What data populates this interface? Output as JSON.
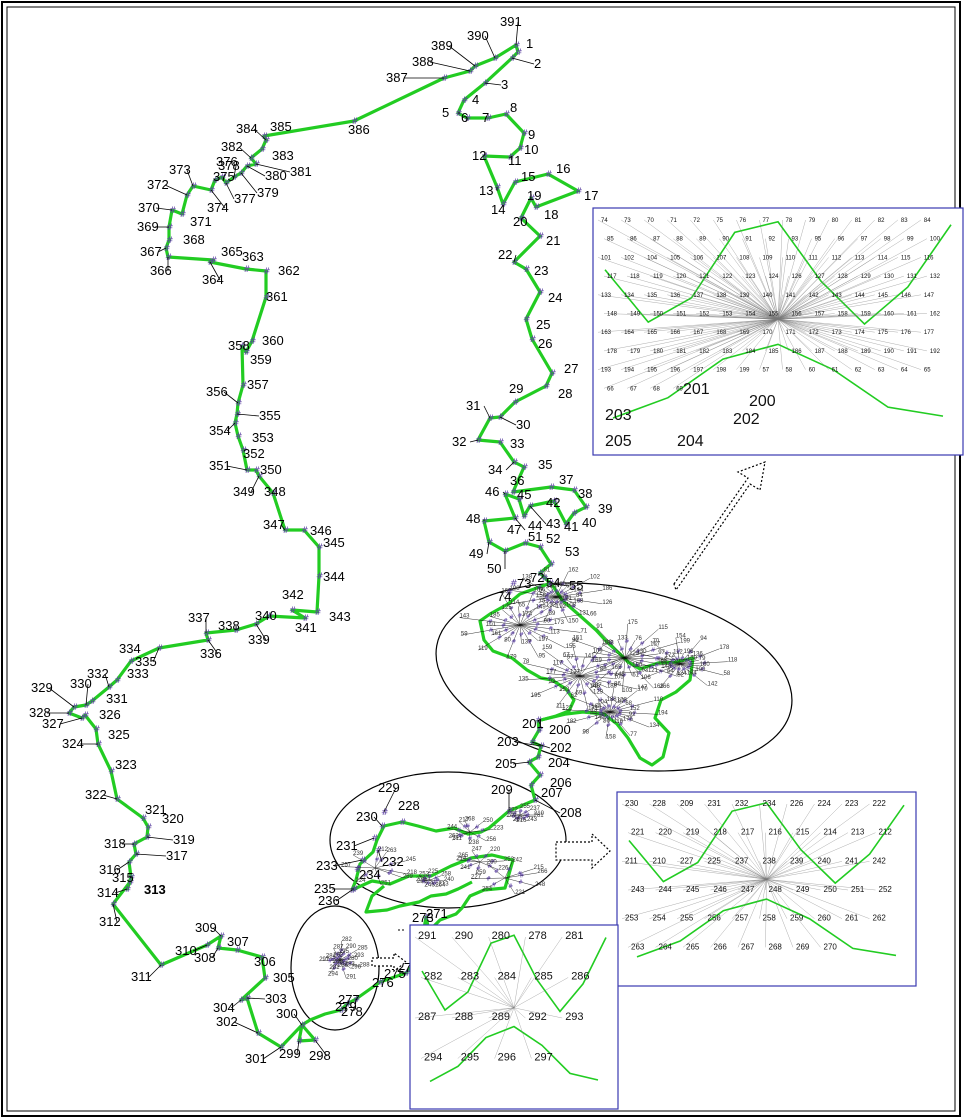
{
  "route_points": [
    {
      "id": "1",
      "label": "1"
    },
    {
      "id": "2",
      "label": "2"
    },
    {
      "id": "3",
      "label": "3"
    },
    {
      "id": "4",
      "label": "4"
    },
    {
      "id": "5",
      "label": "5"
    },
    {
      "id": "6",
      "label": "6"
    },
    {
      "id": "7",
      "label": "7"
    },
    {
      "id": "8",
      "label": "8"
    },
    {
      "id": "9",
      "label": "9"
    },
    {
      "id": "10",
      "label": "10"
    },
    {
      "id": "11",
      "label": "11"
    },
    {
      "id": "12",
      "label": "12"
    },
    {
      "id": "13",
      "label": "13"
    },
    {
      "id": "14",
      "label": "14"
    },
    {
      "id": "15",
      "label": "15"
    },
    {
      "id": "16",
      "label": "16"
    },
    {
      "id": "17",
      "label": "17"
    },
    {
      "id": "18",
      "label": "18"
    },
    {
      "id": "19",
      "label": "19"
    },
    {
      "id": "20",
      "label": "20"
    },
    {
      "id": "21",
      "label": "21"
    },
    {
      "id": "22",
      "label": "22"
    },
    {
      "id": "23",
      "label": "23"
    },
    {
      "id": "24",
      "label": "24"
    },
    {
      "id": "25",
      "label": "25"
    },
    {
      "id": "26",
      "label": "26"
    },
    {
      "id": "27",
      "label": "27"
    },
    {
      "id": "28",
      "label": "28"
    },
    {
      "id": "29",
      "label": "29"
    },
    {
      "id": "30",
      "label": "30"
    },
    {
      "id": "31",
      "label": "31"
    },
    {
      "id": "32",
      "label": "32"
    },
    {
      "id": "33",
      "label": "33"
    },
    {
      "id": "34",
      "label": "34"
    },
    {
      "id": "35",
      "label": "35"
    },
    {
      "id": "36",
      "label": "36"
    },
    {
      "id": "37",
      "label": "37"
    },
    {
      "id": "38",
      "label": "38"
    },
    {
      "id": "39",
      "label": "39"
    },
    {
      "id": "40",
      "label": "40"
    },
    {
      "id": "41",
      "label": "41"
    },
    {
      "id": "42",
      "label": "42"
    },
    {
      "id": "43",
      "label": "43"
    },
    {
      "id": "44",
      "label": "44"
    },
    {
      "id": "45",
      "label": "45"
    },
    {
      "id": "46",
      "label": "46"
    },
    {
      "id": "47",
      "label": "47"
    },
    {
      "id": "48",
      "label": "48"
    },
    {
      "id": "49",
      "label": "49"
    },
    {
      "id": "50",
      "label": "50"
    },
    {
      "id": "51",
      "label": "51"
    },
    {
      "id": "52",
      "label": "52"
    },
    {
      "id": "53",
      "label": "53"
    },
    {
      "id": "54",
      "label": "54"
    },
    {
      "id": "55",
      "label": "55"
    },
    {
      "id": "72",
      "label": "72"
    },
    {
      "id": "73",
      "label": "73"
    },
    {
      "id": "74",
      "label": "74"
    },
    {
      "id": "200",
      "label": "200"
    },
    {
      "id": "201",
      "label": "201"
    },
    {
      "id": "202",
      "label": "202"
    },
    {
      "id": "203",
      "label": "203"
    },
    {
      "id": "204",
      "label": "204"
    },
    {
      "id": "205",
      "label": "205"
    },
    {
      "id": "206",
      "label": "206"
    },
    {
      "id": "207",
      "label": "207"
    },
    {
      "id": "208",
      "label": "208"
    },
    {
      "id": "209",
      "label": "209"
    },
    {
      "id": "228",
      "label": "228"
    },
    {
      "id": "229",
      "label": "229"
    },
    {
      "id": "230",
      "label": "230"
    },
    {
      "id": "231",
      "label": "231"
    },
    {
      "id": "232",
      "label": "232"
    },
    {
      "id": "233",
      "label": "233"
    },
    {
      "id": "234",
      "label": "234"
    },
    {
      "id": "235",
      "label": "235"
    },
    {
      "id": "236",
      "label": "236"
    },
    {
      "id": "271",
      "label": "271"
    },
    {
      "id": "272",
      "label": "272"
    },
    {
      "id": "273",
      "label": "273"
    },
    {
      "id": "274",
      "label": "274"
    },
    {
      "id": "275",
      "label": "275"
    },
    {
      "id": "276",
      "label": "276"
    },
    {
      "id": "277",
      "label": "277"
    },
    {
      "id": "278",
      "label": "278"
    },
    {
      "id": "279",
      "label": "279"
    },
    {
      "id": "298",
      "label": "298"
    },
    {
      "id": "299",
      "label": "299"
    },
    {
      "id": "300",
      "label": "300"
    },
    {
      "id": "301",
      "label": "301"
    },
    {
      "id": "302",
      "label": "302"
    },
    {
      "id": "303",
      "label": "303"
    },
    {
      "id": "304",
      "label": "304"
    },
    {
      "id": "305",
      "label": "305"
    },
    {
      "id": "306",
      "label": "306"
    },
    {
      "id": "307",
      "label": "307"
    },
    {
      "id": "308",
      "label": "308"
    },
    {
      "id": "309",
      "label": "309"
    },
    {
      "id": "310",
      "label": "310"
    },
    {
      "id": "311",
      "label": "311"
    },
    {
      "id": "312",
      "label": "312"
    },
    {
      "id": "313",
      "label": "313"
    },
    {
      "id": "314",
      "label": "314"
    },
    {
      "id": "315",
      "label": "315"
    },
    {
      "id": "316",
      "label": "316"
    },
    {
      "id": "317",
      "label": "317"
    },
    {
      "id": "318",
      "label": "318"
    },
    {
      "id": "319",
      "label": "319"
    },
    {
      "id": "320",
      "label": "320"
    },
    {
      "id": "321",
      "label": "321"
    },
    {
      "id": "322",
      "label": "322"
    },
    {
      "id": "323",
      "label": "323"
    },
    {
      "id": "324",
      "label": "324"
    },
    {
      "id": "325",
      "label": "325"
    },
    {
      "id": "326",
      "label": "326"
    },
    {
      "id": "327",
      "label": "327"
    },
    {
      "id": "328",
      "label": "328"
    },
    {
      "id": "329",
      "label": "329"
    },
    {
      "id": "330",
      "label": "330"
    },
    {
      "id": "331",
      "label": "331"
    },
    {
      "id": "332",
      "label": "332"
    },
    {
      "id": "333",
      "label": "333"
    },
    {
      "id": "334",
      "label": "334"
    },
    {
      "id": "335",
      "label": "335"
    },
    {
      "id": "336",
      "label": "336"
    },
    {
      "id": "337",
      "label": "337"
    },
    {
      "id": "338",
      "label": "338"
    },
    {
      "id": "339",
      "label": "339"
    },
    {
      "id": "340",
      "label": "340"
    },
    {
      "id": "341",
      "label": "341"
    },
    {
      "id": "342",
      "label": "342"
    },
    {
      "id": "343",
      "label": "343"
    },
    {
      "id": "344",
      "label": "344"
    },
    {
      "id": "345",
      "label": "345"
    },
    {
      "id": "346",
      "label": "346"
    },
    {
      "id": "347",
      "label": "347"
    },
    {
      "id": "348",
      "label": "348"
    },
    {
      "id": "349",
      "label": "349"
    },
    {
      "id": "350",
      "label": "350"
    },
    {
      "id": "351",
      "label": "351"
    },
    {
      "id": "352",
      "label": "352"
    },
    {
      "id": "353",
      "label": "353"
    },
    {
      "id": "354",
      "label": "354"
    },
    {
      "id": "355",
      "label": "355"
    },
    {
      "id": "356",
      "label": "356"
    },
    {
      "id": "357",
      "label": "357"
    },
    {
      "id": "358",
      "label": "358"
    },
    {
      "id": "359",
      "label": "359"
    },
    {
      "id": "360",
      "label": "360"
    },
    {
      "id": "361",
      "label": "361"
    },
    {
      "id": "362",
      "label": "362"
    },
    {
      "id": "363",
      "label": "363"
    },
    {
      "id": "364",
      "label": "364"
    },
    {
      "id": "365",
      "label": "365"
    },
    {
      "id": "366",
      "label": "366"
    },
    {
      "id": "367",
      "label": "367"
    },
    {
      "id": "368",
      "label": "368"
    },
    {
      "id": "369",
      "label": "369"
    },
    {
      "id": "370",
      "label": "370"
    },
    {
      "id": "371",
      "label": "371"
    },
    {
      "id": "372",
      "label": "372"
    },
    {
      "id": "373",
      "label": "373"
    },
    {
      "id": "374",
      "label": "374"
    },
    {
      "id": "375",
      "label": "375"
    },
    {
      "id": "376",
      "label": "376"
    },
    {
      "id": "377",
      "label": "377"
    },
    {
      "id": "378",
      "label": "378"
    },
    {
      "id": "379",
      "label": "379"
    },
    {
      "id": "380",
      "label": "380"
    },
    {
      "id": "381",
      "label": "381"
    },
    {
      "id": "382",
      "label": "382"
    },
    {
      "id": "383",
      "label": "383"
    },
    {
      "id": "384",
      "label": "384"
    },
    {
      "id": "385",
      "label": "385"
    },
    {
      "id": "386",
      "label": "386"
    },
    {
      "id": "387",
      "label": "387"
    },
    {
      "id": "388",
      "label": "388"
    },
    {
      "id": "389",
      "label": "389"
    },
    {
      "id": "390",
      "label": "390"
    },
    {
      "id": "391",
      "label": "391"
    }
  ],
  "cluster_labels": {
    "upper_cluster": [
      "84",
      "85",
      "86",
      "87",
      "88",
      "89",
      "90",
      "91",
      "92",
      "93",
      "94",
      "95",
      "96",
      "97",
      "98",
      "99",
      "100",
      "101",
      "102",
      "103",
      "104",
      "105",
      "106",
      "107",
      "108",
      "109",
      "110",
      "111",
      "112",
      "113",
      "114",
      "115",
      "116",
      "117",
      "118",
      "119",
      "120",
      "121",
      "122",
      "123",
      "124",
      "125",
      "126",
      "127",
      "128",
      "129",
      "130",
      "131",
      "132",
      "133",
      "134",
      "135",
      "136",
      "137",
      "138",
      "139",
      "140",
      "141",
      "142",
      "143",
      "144",
      "145",
      "146",
      "147",
      "148",
      "149",
      "150",
      "151",
      "152",
      "153",
      "154",
      "155",
      "156",
      "157",
      "158",
      "159",
      "160",
      "161",
      "162",
      "163",
      "164",
      "165",
      "166",
      "167",
      "168",
      "169",
      "170",
      "171",
      "172",
      "173",
      "174",
      "175",
      "176",
      "177",
      "178",
      "179",
      "180",
      "181",
      "182",
      "183",
      "184",
      "185",
      "186",
      "187",
      "188",
      "189",
      "190",
      "191",
      "192",
      "193",
      "194",
      "195",
      "196",
      "197",
      "198",
      "199",
      "56",
      "57",
      "58",
      "59",
      "60",
      "61",
      "62",
      "63",
      "64",
      "65",
      "66",
      "67",
      "68",
      "69",
      "70",
      "71",
      "75",
      "76",
      "77",
      "78",
      "79",
      "80",
      "81",
      "82",
      "83"
    ],
    "middle_cluster": [
      "210",
      "211",
      "212",
      "213",
      "214",
      "215",
      "216",
      "217",
      "218",
      "219",
      "220",
      "221",
      "222",
      "223",
      "224",
      "225",
      "226",
      "227",
      "237",
      "238",
      "239",
      "240",
      "241",
      "242",
      "243",
      "244",
      "245",
      "246",
      "247",
      "248",
      "249",
      "250",
      "251",
      "252",
      "253",
      "254",
      "255",
      "256",
      "257",
      "258",
      "259",
      "260",
      "261",
      "262",
      "263",
      "264",
      "265",
      "266",
      "267",
      "268",
      "269",
      "270"
    ],
    "lower_cluster": [
      "280",
      "281",
      "282",
      "283",
      "284",
      "285",
      "286",
      "287",
      "288",
      "289",
      "290",
      "291",
      "292",
      "293",
      "294",
      "295",
      "296",
      "297"
    ]
  },
  "insets": {
    "upper": {
      "labels": [
        "74",
        "73",
        "70",
        "71",
        "72",
        "75",
        "76",
        "77",
        "78",
        "79",
        "80",
        "81",
        "82",
        "83",
        "84",
        "85",
        "86",
        "87",
        "88",
        "89",
        "90",
        "91",
        "92",
        "93",
        "95",
        "96",
        "97",
        "98",
        "99",
        "100",
        "101",
        "102",
        "104",
        "105",
        "106",
        "107",
        "108",
        "109",
        "110",
        "111",
        "112",
        "113",
        "114",
        "115",
        "116",
        "117",
        "118",
        "119",
        "120",
        "121",
        "122",
        "123",
        "124",
        "126",
        "127",
        "128",
        "129",
        "130",
        "131",
        "132",
        "133",
        "134",
        "135",
        "136",
        "137",
        "138",
        "139",
        "140",
        "141",
        "142",
        "143",
        "144",
        "145",
        "146",
        "147",
        "148",
        "149",
        "150",
        "151",
        "152",
        "153",
        "154",
        "155",
        "156",
        "157",
        "158",
        "159",
        "160",
        "161",
        "162",
        "163",
        "164",
        "165",
        "166",
        "167",
        "168",
        "169",
        "170",
        "171",
        "172",
        "173",
        "174",
        "175",
        "176",
        "177",
        "178",
        "179",
        "180",
        "181",
        "182",
        "183",
        "184",
        "185",
        "186",
        "187",
        "188",
        "189",
        "190",
        "191",
        "192",
        "193",
        "194",
        "195",
        "196",
        "197",
        "198",
        "199",
        "57",
        "58",
        "60",
        "61",
        "62",
        "63",
        "64",
        "65",
        "66",
        "67",
        "68",
        "69"
      ],
      "big_labels": [
        "201",
        "200",
        "202",
        "203",
        "205",
        "204"
      ]
    },
    "middle": {
      "labels": [
        "230",
        "228",
        "209",
        "231",
        "232",
        "234",
        "226",
        "224",
        "223",
        "222",
        "221",
        "220",
        "219",
        "218",
        "217",
        "216",
        "215",
        "214",
        "213",
        "212",
        "211",
        "210",
        "227",
        "225",
        "237",
        "238",
        "239",
        "240",
        "241",
        "242",
        "243",
        "244",
        "245",
        "246",
        "247",
        "248",
        "249",
        "250",
        "251",
        "252",
        "253",
        "254",
        "255",
        "256",
        "257",
        "258",
        "259",
        "260",
        "261",
        "262",
        "263",
        "264",
        "265",
        "266",
        "267",
        "268",
        "269",
        "270"
      ]
    },
    "lower": {
      "labels": [
        "291",
        "290",
        "280",
        "278",
        "281",
        "282",
        "283",
        "284",
        "285",
        "286",
        "287",
        "288",
        "289",
        "292",
        "293",
        "294",
        "295",
        "296",
        "297"
      ]
    }
  },
  "colors": {
    "route_line": "#22cc22",
    "node_marker": "#5a3fa0",
    "border": "#000000",
    "inset_border": "#3a3ab0",
    "arrow": "#000000"
  }
}
